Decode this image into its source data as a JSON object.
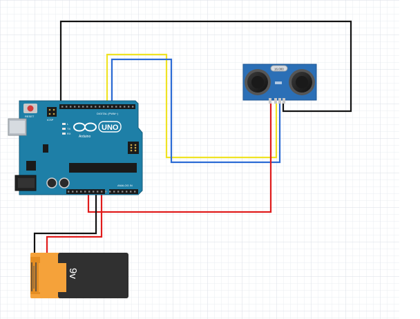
{
  "arduino": {
    "logo_text": "UNO",
    "brand": "Arduino",
    "reset_label": "RESET",
    "digital_label": "DIGITAL (PWM~)",
    "analog_label": "ANALOG IN",
    "icsp_label": "ICSP",
    "tx_label": "TX",
    "rx_label": "RX",
    "l_label": "L"
  },
  "sensor": {
    "chip_label": "16.000"
  },
  "battery": {
    "label": "9v"
  },
  "colors": {
    "board": "#1e7fa7",
    "sensor_board": "#2b6fb6",
    "wire_black": "#111111",
    "wire_red": "#e01b1b",
    "wire_yellow": "#efe324",
    "wire_blue": "#2a6ad4",
    "battery_orange": "#f5a23a",
    "battery_dark": "#303030",
    "grid": "#e4e8ee"
  }
}
